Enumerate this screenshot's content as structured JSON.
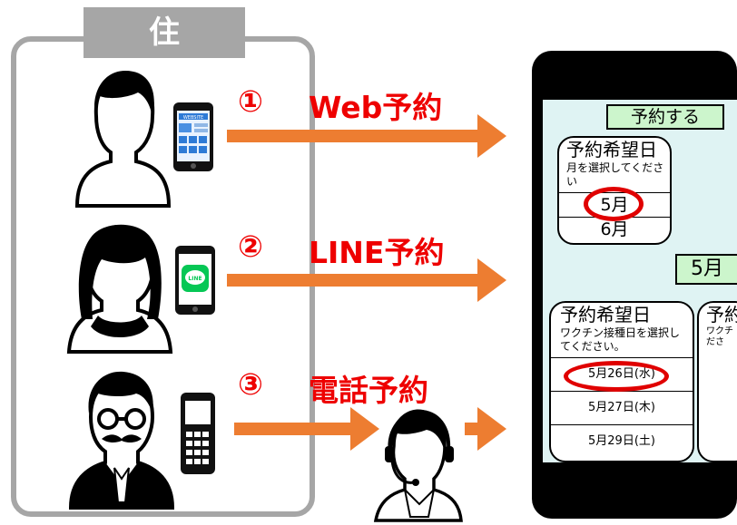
{
  "residents": {
    "label": "住 民"
  },
  "steps": [
    {
      "number": "①",
      "text": "Web予約"
    },
    {
      "number": "②",
      "text": "LINE予約"
    },
    {
      "number": "③",
      "text": "電話予約"
    }
  ],
  "icons": {
    "website_phone": "WEBSITE",
    "line_phone": "LINE"
  },
  "phone_screen": {
    "reserve_button": "予約する",
    "month_card": {
      "title": "予約希望日",
      "subtitle": "月を選択してください",
      "options": [
        "5月",
        "6月"
      ],
      "selected": "5月"
    },
    "selected_month_badge": "5月",
    "day_card": {
      "title": "予約希望日",
      "subtitle": "ワクチン接種日を選択してください。",
      "options": [
        "5月26日(水)",
        "5月27日(木)",
        "5月29日(土)"
      ],
      "selected": "5月26日(水)"
    },
    "partial_card": {
      "title": "予約",
      "subtitle": "ワクチ くださ"
    }
  },
  "colors": {
    "arrow": "#ed7d31",
    "step_text": "#ee0000",
    "frame": "#a6a6a6",
    "highlight": "#e00000"
  }
}
